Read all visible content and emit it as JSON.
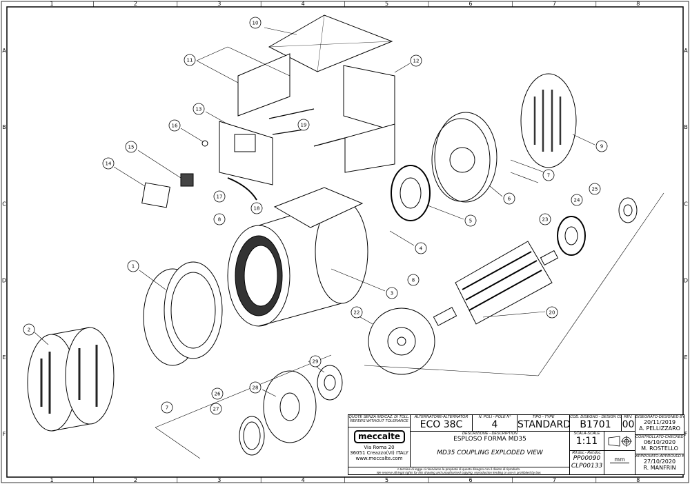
{
  "frame": {
    "columns": [
      "1",
      "2",
      "3",
      "4",
      "5",
      "6",
      "7",
      "8"
    ],
    "rows": [
      "A",
      "B",
      "C",
      "D",
      "E",
      "F"
    ]
  },
  "balloons": [
    "10",
    "11",
    "12",
    "13",
    "16",
    "15",
    "19",
    "9",
    "7",
    "6",
    "14",
    "17",
    "18",
    "5",
    "8",
    "25",
    "24",
    "23",
    "4",
    "8",
    "3",
    "1",
    "20",
    "22",
    "2",
    "29",
    "28",
    "26",
    "7",
    "27"
  ],
  "title_block": {
    "tolerance_it": "QUOTE SENZA INDICAZ. DI TOLL.",
    "tolerance_en": "REFERS WITHOUT TOLERANCE",
    "alternator_label": "ALTERNATORE-ALTERNATOR",
    "alternator": "ECO 38C",
    "poles_label": "N. POLI - POLE N°",
    "poles": "4",
    "type_label": "TIPO - TYPE",
    "type": "STANDARD",
    "design_code_label": "COD. DISEGNO - DESIGN COD.",
    "design_code": "B1701",
    "rev_label": "REV.",
    "rev": "00",
    "designed_label": "DISEGNATO-DESIGNED BY",
    "designed_date": "20/11/2019",
    "designed_by": "A. PELLIZZARO",
    "logo": "meccalte",
    "address1": "Via Roma 20",
    "address2": "36051 Creazzo(VI) ITALY",
    "website": "www.meccalte.com",
    "description_label": "DESCRIZIONE - DESCRIPTION",
    "description_it": "ESPLOSO FORMA MD35",
    "description_en": "MD35 COUPLING EXPLODED VIEW",
    "scale_label": "SCALA-SCALE",
    "scale": "1:11",
    "ref_label": "Rif.doc.- Ref.doc.",
    "ref1": "PP00090",
    "ref2": "CLP00133",
    "units": "mm",
    "checked_label": "CONTROLLATO-CHECKED BY",
    "checked_date": "06/10/2020",
    "checked_by": "M. ROSTELLO",
    "approved_label": "APPROVATO-APPROVED BY",
    "approved_date": "27/10/2020",
    "approved_by": "R. MANFRIN",
    "rights_it": "A termine di legge ci riserviamo la proprietà di questo disegno con il divieto di riprodurlo.",
    "rights_en": "We reserve all legal rights for this drawing and unauthorised copying, reproduction lending or use is prohibited by law."
  }
}
